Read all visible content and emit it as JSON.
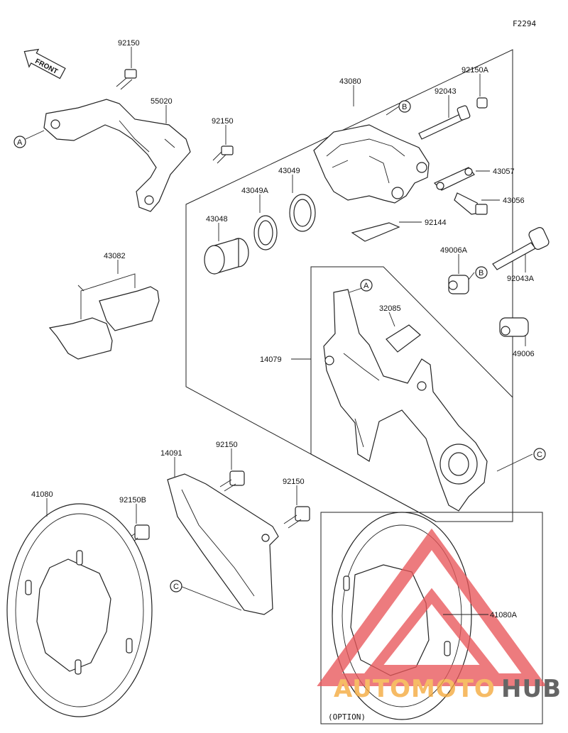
{
  "figure_code": "F2294",
  "front_label": "FRONT",
  "option_label": "(OPTION)",
  "callout_letters": {
    "a": "A",
    "b": "B",
    "c": "C"
  },
  "parts": {
    "p92150_top": "92150",
    "p55020": "55020",
    "p92150_mid": "92150",
    "p43080": "43080",
    "p92150A": "92150A",
    "p92043": "92043",
    "p43057": "43057",
    "p43056": "43056",
    "p43049": "43049",
    "p43049A": "43049A",
    "p43048": "43048",
    "p92144": "92144",
    "p43082": "43082",
    "p49006A": "49006A",
    "p92043A": "92043A",
    "p32085": "32085",
    "p14079": "14079",
    "p49006": "49006",
    "p14091": "14091",
    "p92150_guard1": "92150",
    "p92150_guard2": "92150",
    "p41080": "41080",
    "p92150B": "92150B",
    "p41080A": "41080A"
  },
  "watermark": {
    "left": "AUTOMOTO",
    "right": "HUB"
  },
  "colors": {
    "watermark_red": "#e8575a",
    "watermark_orange": "#f4a93b",
    "watermark_dark": "#3b3b3b",
    "line": "#222222"
  }
}
